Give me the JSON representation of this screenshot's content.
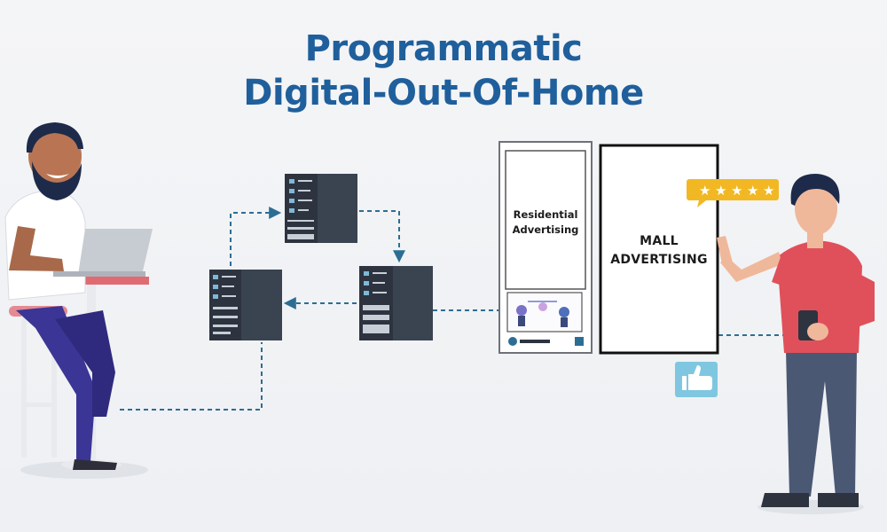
{
  "title": {
    "line1": "Programmatic",
    "line2": "Digital-Out-Of-Home"
  },
  "screens": {
    "residential_line1": "Residential",
    "residential_line2": "Advertising",
    "mall_line1": "MALL",
    "mall_line2": "ADVERTISING"
  },
  "colors": {
    "title": "#1f5f9c",
    "flow_arrow": "#2c6e93",
    "server_body": "#2d3440",
    "shirt_red": "#e0505a",
    "rating_yellow": "#f2b824",
    "like_icon": "#7fc7e1"
  },
  "rating": {
    "stars": 5
  }
}
